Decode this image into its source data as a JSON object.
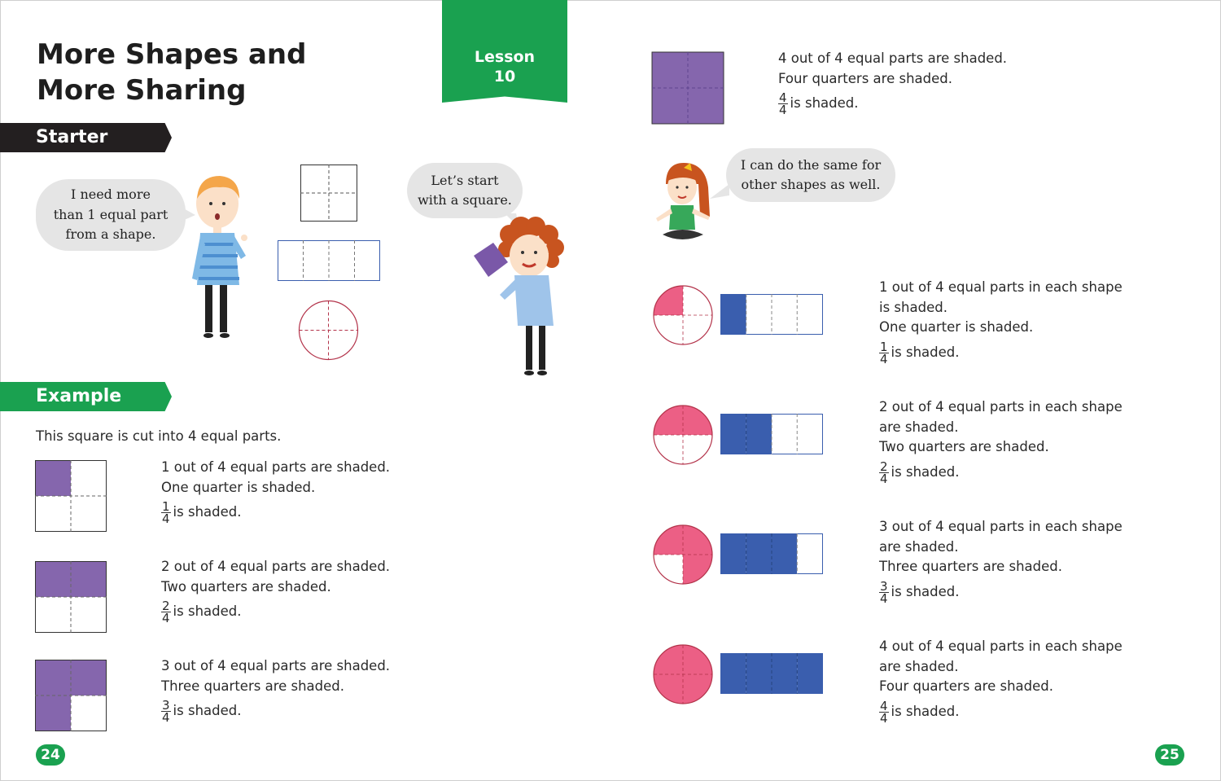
{
  "page_left": {
    "title_line1": "More Shapes and",
    "title_line2": "More Sharing",
    "starter_label": "Starter",
    "example_label": "Example",
    "boy_speech": [
      "I need more",
      "than 1 equal part",
      "from a shape."
    ],
    "square_speech": [
      "Let’s start",
      "with a square."
    ],
    "example_intro": "This square is cut into 4 equal parts.",
    "examples": [
      {
        "line1": "1 out of 4 equal parts are shaded.",
        "line2": "One quarter is shaded.",
        "num": "1",
        "den": "4",
        "suffix": "is shaded."
      },
      {
        "line1": "2 out of 4 equal parts are shaded.",
        "line2": "Two quarters are shaded.",
        "num": "2",
        "den": "4",
        "suffix": "is shaded."
      },
      {
        "line1": "3 out of 4 equal parts are shaded.",
        "line2": "Three quarters are shaded.",
        "num": "3",
        "den": "4",
        "suffix": "is shaded."
      }
    ],
    "page_number": "24"
  },
  "lesson": {
    "label": "Lesson",
    "number": "10"
  },
  "page_right": {
    "top": {
      "line1": "4 out of 4 equal parts are shaded.",
      "line2": "Four quarters are shaded.",
      "num": "4",
      "den": "4",
      "suffix": "is shaded."
    },
    "girl_speech": [
      "I can do the same for",
      "other shapes as well."
    ],
    "rows": [
      {
        "line1": "1 out of 4 equal parts in each shape",
        "line2": "is shaded.",
        "line3": "One quarter is shaded.",
        "num": "1",
        "den": "4",
        "suffix": "is shaded.",
        "shaded": 1
      },
      {
        "line1": "2 out of 4 equal parts in each shape",
        "line2": "are shaded.",
        "line3": "Two quarters are shaded.",
        "num": "2",
        "den": "4",
        "suffix": "is shaded.",
        "shaded": 2
      },
      {
        "line1": "3 out of 4 equal parts in each shape",
        "line2": "are shaded.",
        "line3": "Three quarters are shaded.",
        "num": "3",
        "den": "4",
        "suffix": "is shaded.",
        "shaded": 3
      },
      {
        "line1": "4 out of 4 equal parts in each shape",
        "line2": "are shaded.",
        "line3": "Four quarters are shaded.",
        "num": "4",
        "den": "4",
        "suffix": "is shaded.",
        "shaded": 4
      }
    ],
    "page_number": "25"
  },
  "colors": {
    "green": "#1aa150",
    "purple": "#8566ad",
    "pink": "#ec5f85",
    "blue": "#3a5eae",
    "red_outline": "#b3334a",
    "dark_banner": "#231f20"
  }
}
